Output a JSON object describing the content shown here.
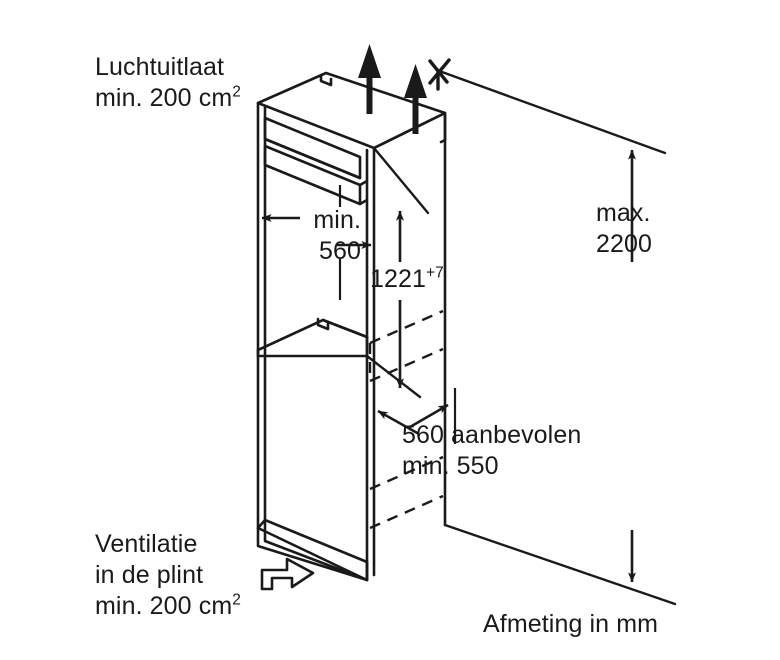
{
  "diagram": {
    "title": "Inbouwnis afmetingen koelkast",
    "unit_note": "Afmeting in mm",
    "line_color": "#1a1a1a",
    "background_color": "#ffffff",
    "annotations": {
      "air_outlet": {
        "line1": "Luchtuitlaat",
        "line2_prefix": "min. 200 cm",
        "line2_sup": "2"
      },
      "plinth_vent": {
        "line1": "Ventilatie",
        "line2": "in de plint",
        "line3_prefix": "min. 200 cm",
        "line3_sup": "2"
      }
    },
    "dimensions": {
      "niche_width": {
        "line1": "min.",
        "line2": "560",
        "value": 560,
        "unit": "mm"
      },
      "niche_height": {
        "value": "1221",
        "tolerance": "+7",
        "unit": "mm"
      },
      "niche_depth": {
        "line1": "560 aanbevolen",
        "line2": "min. 550",
        "recommended": 560,
        "minimum": 550,
        "unit": "mm"
      },
      "max_height": {
        "line1": "max.",
        "line2": "2200",
        "value": 2200,
        "unit": "mm"
      }
    }
  }
}
